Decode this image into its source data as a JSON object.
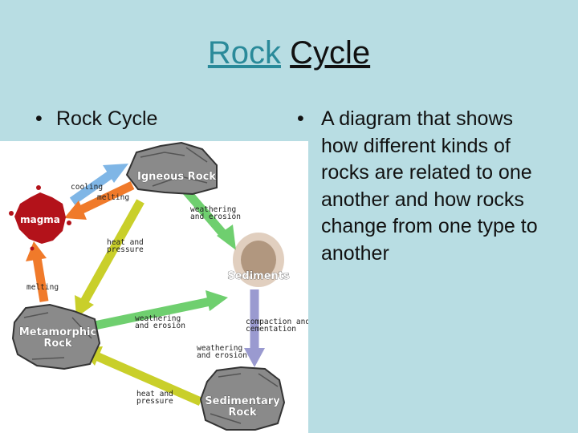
{
  "slide": {
    "title_link": "Rock",
    "title_rest": "Cycle",
    "bullet_left": "Rock Cycle",
    "bullet_right": "A diagram that shows how different kinds of rocks are related to one another and how rocks change from one type to another",
    "bullet_symbol": "•"
  },
  "diagram": {
    "nodes": {
      "igneous": "Igneous Rock",
      "magma": "magma",
      "sediments": "Sediments",
      "metamorphic_line1": "Metamorphic",
      "metamorphic_line2": "Rock",
      "sedimentary_line1": "Sedimentary",
      "sedimentary_line2": "Rock"
    },
    "labels": {
      "cooling": "cooling",
      "melting_top": "melting",
      "weathering1_l1": "weathering",
      "weathering1_l2": "and erosion",
      "heat1_l1": "heat and",
      "heat1_l2": "pressure",
      "melting_left": "melting",
      "weathering2_l1": "weathering",
      "weathering2_l2": "and erosion",
      "compaction_l1": "compaction and",
      "compaction_l2": "cementation",
      "weathering3_l1": "weathering",
      "weathering3_l2": "and erosion",
      "heat2_l1": "heat and",
      "heat2_l2": "pressure"
    },
    "colors": {
      "cooling_arrow": "#7fb6e6",
      "melting_arrow": "#f07a2a",
      "weathering_arrow": "#6fcf6f",
      "heat_arrow": "#c9cf2a",
      "compaction_arrow": "#9a9ad0",
      "magma": "#b3121a",
      "rock": "#8a8a8a"
    }
  }
}
